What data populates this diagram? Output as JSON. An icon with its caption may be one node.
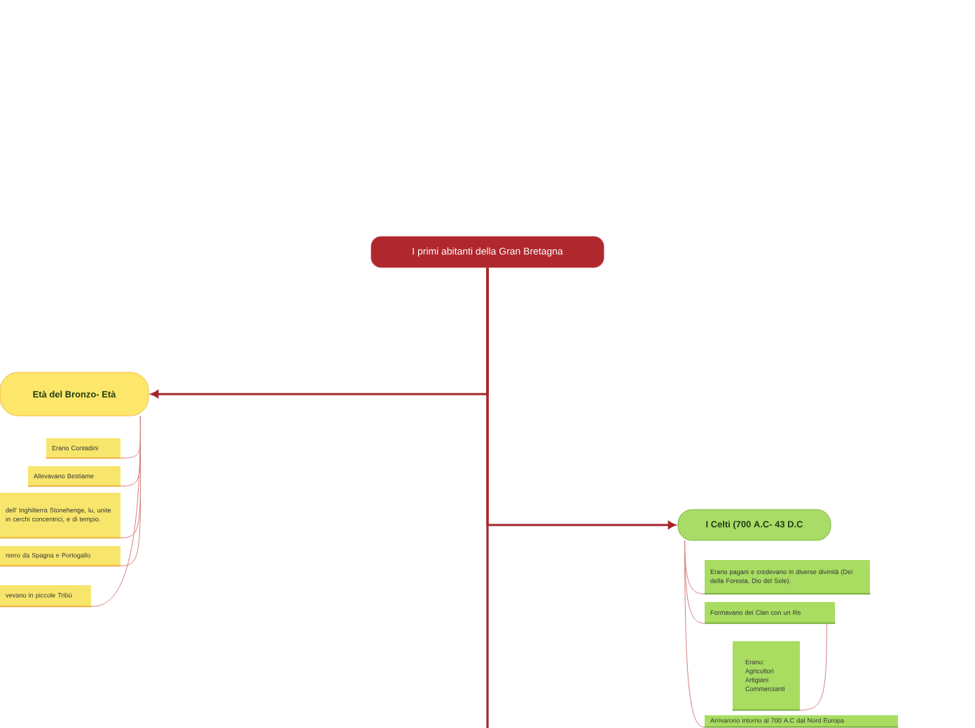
{
  "diagram": {
    "nodes": [
      {
        "text": [
          "I primi abitanti della Gran Bretagna"
        ]
      },
      {
        "text": [
          "Età del Bronzo- Età"
        ]
      },
      {
        "text": [
          "Erano Contadini"
        ]
      },
      {
        "text": [
          "Allevavano Bestiame"
        ]
      },
      {
        "text": [
          "dell' Inghilterra Stonehenge, lu, unite in cerchi concentrici, e di tempio."
        ]
      },
      {
        "text": [
          "rsero da Spagna e Portogallo"
        ]
      },
      {
        "text": [
          "vevano in piccole Tribù"
        ]
      },
      {
        "text": [
          "I Celti (700 A.C- 43 D.C"
        ]
      },
      {
        "text": [
          "Erano pagani e credevano in diverse divinità (Dei della Foresta, Dio del Sole)."
        ]
      },
      {
        "text": [
          "Formavano dei Clan con un Re"
        ]
      },
      {
        "text": [
          "Erano: Agricoltori Artigiani Commercianti"
        ]
      },
      {
        "text": [
          "Arrivarono intorno al 700 A.C dal Nord Europa"
        ]
      }
    ],
    "edges": [
      {
        "from": 0,
        "to": 1,
        "arrow": "to",
        "color": "#a3262b"
      },
      {
        "from": 0,
        "to": 7,
        "arrow": "to",
        "color": "#a3262b"
      },
      {
        "from": 0,
        "to": null,
        "arrow": "none",
        "color": "#a3262b"
      },
      {
        "from": 1,
        "to": 2,
        "arrow": "none"
      },
      {
        "from": 1,
        "to": 3,
        "arrow": "none"
      },
      {
        "from": 1,
        "to": 4,
        "arrow": "none"
      },
      {
        "from": 1,
        "to": 5,
        "arrow": "none"
      },
      {
        "from": 1,
        "to": 6,
        "arrow": "none"
      },
      {
        "from": 7,
        "to": 8,
        "arrow": "none"
      },
      {
        "from": 7,
        "to": 9,
        "arrow": "none"
      },
      {
        "from": 9,
        "to": 10,
        "arrow": "none"
      },
      {
        "from": 7,
        "to": 11,
        "arrow": "none"
      }
    ]
  }
}
